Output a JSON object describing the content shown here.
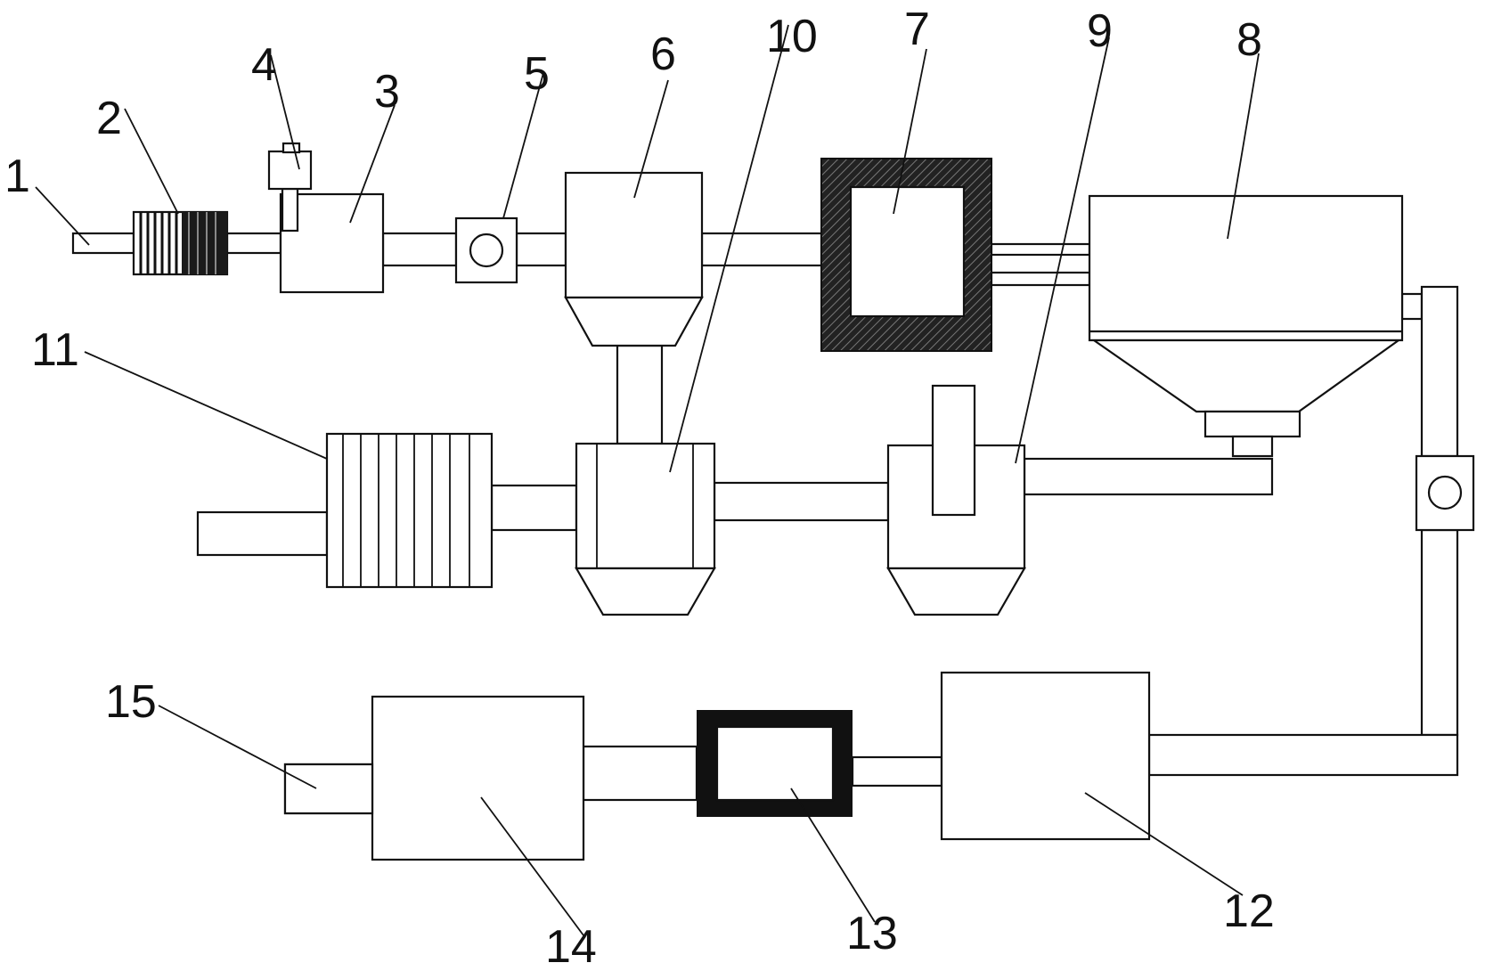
{
  "diagram": {
    "labels": {
      "c1": "1",
      "c2": "2",
      "c3": "3",
      "c4": "4",
      "c5": "5",
      "c6": "6",
      "c7": "7",
      "c8": "8",
      "c9": "9",
      "c10": "10",
      "c11": "11",
      "c12": "12",
      "c13": "13",
      "c14": "14",
      "c15": "15"
    }
  }
}
